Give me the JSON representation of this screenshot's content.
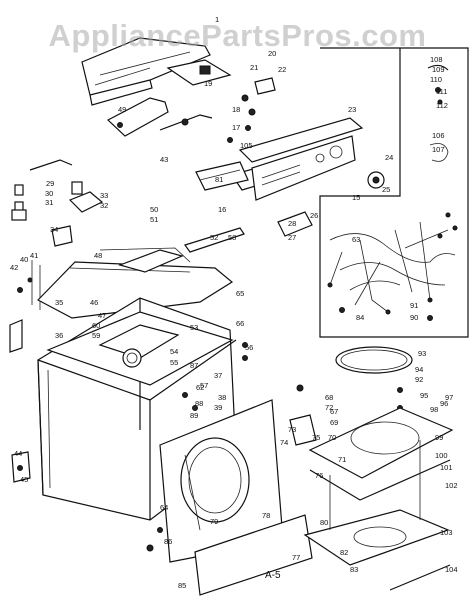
{
  "watermark": "AppliancePartsPros.com",
  "diagram_tag": "A-5",
  "part_callouts": [
    "1",
    "15",
    "16",
    "17",
    "18",
    "19",
    "20",
    "21",
    "22",
    "23",
    "24",
    "25",
    "26",
    "27",
    "28",
    "29",
    "30",
    "31",
    "32",
    "33",
    "34",
    "35",
    "36",
    "37",
    "38",
    "39",
    "40",
    "41",
    "42",
    "43",
    "44",
    "45",
    "46",
    "47",
    "48",
    "49",
    "50",
    "51",
    "52",
    "53",
    "54",
    "55",
    "56",
    "57",
    "58",
    "59",
    "60",
    "62",
    "63",
    "64",
    "65",
    "66",
    "67",
    "68",
    "69",
    "70",
    "71",
    "72",
    "73",
    "74",
    "75",
    "76",
    "77",
    "78",
    "79",
    "80",
    "81",
    "82",
    "83",
    "84",
    "85",
    "86",
    "87",
    "88",
    "89",
    "90",
    "91",
    "92",
    "93",
    "94",
    "95",
    "96",
    "97",
    "98",
    "99",
    "100",
    "101",
    "102",
    "103",
    "104",
    "105",
    "106",
    "107",
    "108",
    "109",
    "110",
    "111",
    "112"
  ]
}
